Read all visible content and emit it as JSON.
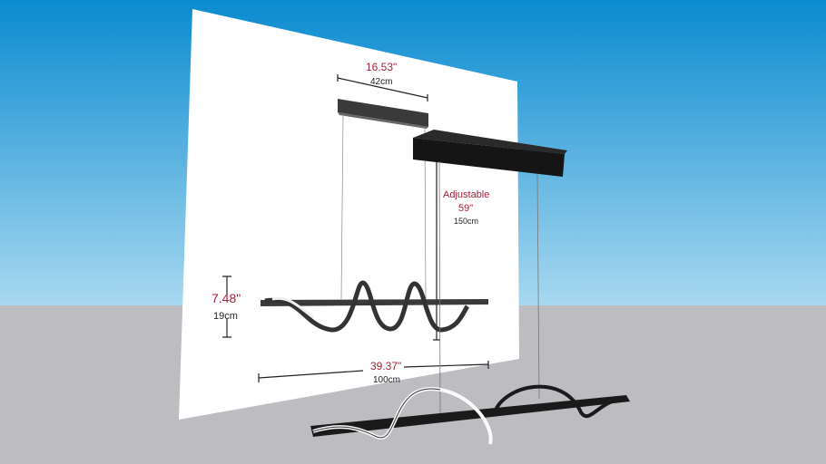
{
  "dimensions": {
    "canopy_width_in": "16.53\"",
    "canopy_width_cm": "42cm",
    "adjustable_label": "Adjustable",
    "cable_length_in": "59\"",
    "cable_length_cm": "150cm",
    "height_in": "7.48\"",
    "height_cm": "19cm",
    "length_in": "39.37\"",
    "length_cm": "100cm"
  },
  "colors": {
    "sky_top": "#0a8bd0",
    "sky_horizon": "#a8d8f0",
    "ground": "#bcbcc1",
    "dimension_red": "#a3223a"
  }
}
